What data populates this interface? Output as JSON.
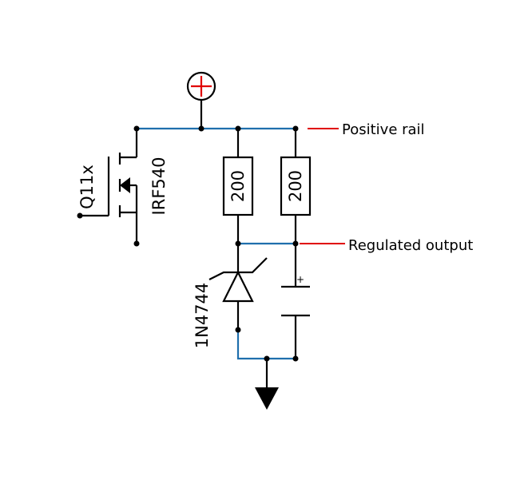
{
  "schematic": {
    "mosfet": {
      "ref": "Q11x",
      "part": "IRF540"
    },
    "resistor_left": {
      "value": "200"
    },
    "resistor_right": {
      "value": "200"
    },
    "zener": {
      "part": "1N4744"
    },
    "capacitor": {
      "polarity_mark": "+"
    },
    "labels": {
      "positive_rail": "Positive rail",
      "regulated_output": "Regulated output"
    },
    "colors": {
      "wire": "#000000",
      "net": "#1f6fad",
      "leader": "#e00000",
      "supply_symbol_plus": "#e00000"
    }
  }
}
